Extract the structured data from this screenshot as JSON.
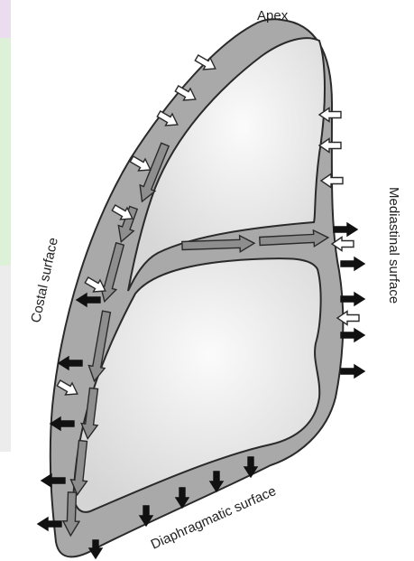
{
  "labels": {
    "apex": "Apex",
    "costal": "Costal surface",
    "mediastinal": "Mediastinal surface",
    "diaphragmatic": "Diaphragmatic surface"
  },
  "colors": {
    "pleura_outer": "#a9a9a9",
    "lung_fill": "#e6e6e6",
    "outline": "#2a2a2a",
    "flow_arrow": "#8e8e8e",
    "outward_arrow": "#111111",
    "inward_arrow": "#ffffff",
    "strip_purple": "#ecdcef",
    "strip_green": "#ddf1d8",
    "strip_grey": "#ececec"
  }
}
